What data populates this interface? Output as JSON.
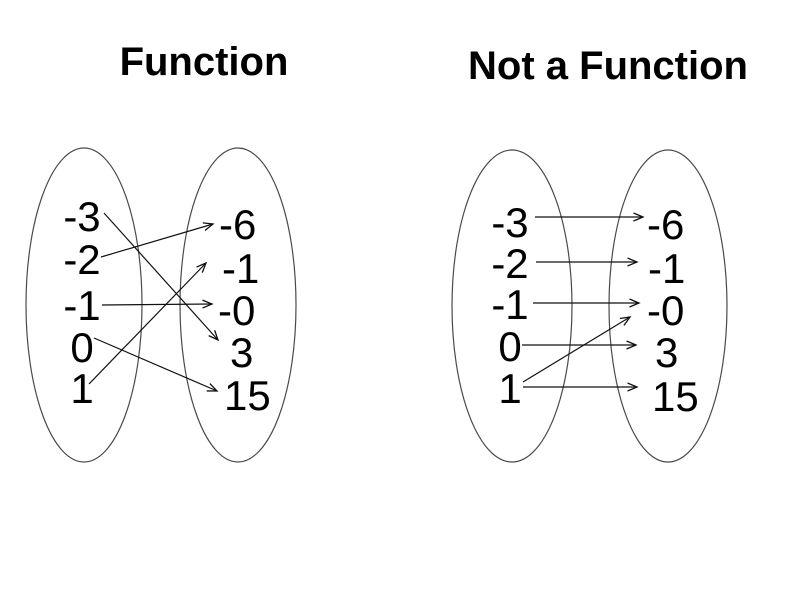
{
  "page": {
    "background": "#ffffff"
  },
  "colors": {
    "text": "#000000",
    "arrow": "#111111",
    "ellipse_stroke": "#4a4a4a"
  },
  "diagrams": [
    {
      "title": "Function",
      "domain": [
        "-3",
        "-2",
        "-1",
        "0",
        "1"
      ],
      "codomain": [
        "-6",
        "-1",
        "-0",
        "3",
        "15"
      ],
      "mappings": [
        {
          "from": "-3",
          "to": "3"
        },
        {
          "from": "-2",
          "to": "-6"
        },
        {
          "from": "-1",
          "to": "-0"
        },
        {
          "from": "0",
          "to": "15"
        },
        {
          "from": "1",
          "to": "-1"
        }
      ]
    },
    {
      "title": "Not a Function",
      "domain": [
        "-3",
        "-2",
        "-1",
        "0",
        "1"
      ],
      "codomain": [
        "-6",
        "-1",
        "-0",
        "3",
        "15"
      ],
      "mappings": [
        {
          "from": "-3",
          "to": "-6"
        },
        {
          "from": "-2",
          "to": "-1"
        },
        {
          "from": "-1",
          "to": "-0"
        },
        {
          "from": "0",
          "to": "3"
        },
        {
          "from": "1",
          "to": "15"
        },
        {
          "from": "1",
          "to": "-0"
        }
      ]
    }
  ]
}
